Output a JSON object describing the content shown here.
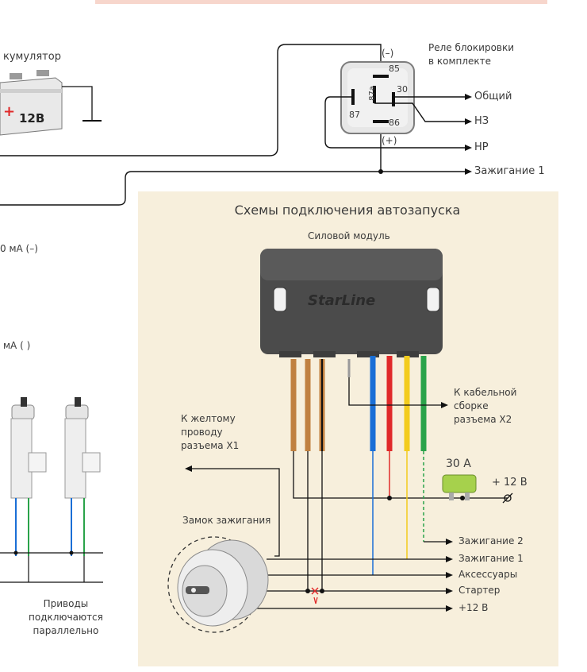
{
  "battery": {
    "label": "кумулятор",
    "voltage": "12В",
    "plus": "+"
  },
  "relay": {
    "title": "Реле блокировки\nв комплекте",
    "top_sign": "(–)",
    "bottom_sign": "(+)",
    "pins": [
      "85",
      "87а",
      "30",
      "87",
      "86"
    ],
    "outputs": [
      "Общий",
      "НЗ",
      "НР",
      "Зажигание 1"
    ]
  },
  "left": {
    "label_1": "0 мА (–)",
    "label_2": "мА ( )",
    "note": "Приводы\nподключаются\nпараллельно"
  },
  "scheme": {
    "title": "Схемы подключения автозапуска",
    "module_label": "Силовой модуль",
    "brand": "StarLine",
    "cable_note": "К кабельной\nсборке\nразъема Х2",
    "yellow_note": "К желтому\nпроводу\nразъема Х1",
    "lock_label": "Замок зажигания",
    "fuse": "30 А",
    "plus12": "+ 12 В",
    "outputs": [
      "Зажигание 2",
      "Зажигание 1",
      "Аксессуары",
      "Стартер",
      "+12 В"
    ]
  },
  "colors": {
    "panel": "#f7efdc",
    "module": "#4b4b4b",
    "brown": "#c08040",
    "blue": "#1a6fd6",
    "red": "#e02a2a",
    "yellow": "#f3cc1d",
    "green": "#2aa34a",
    "fuse": "#a6d14c"
  }
}
